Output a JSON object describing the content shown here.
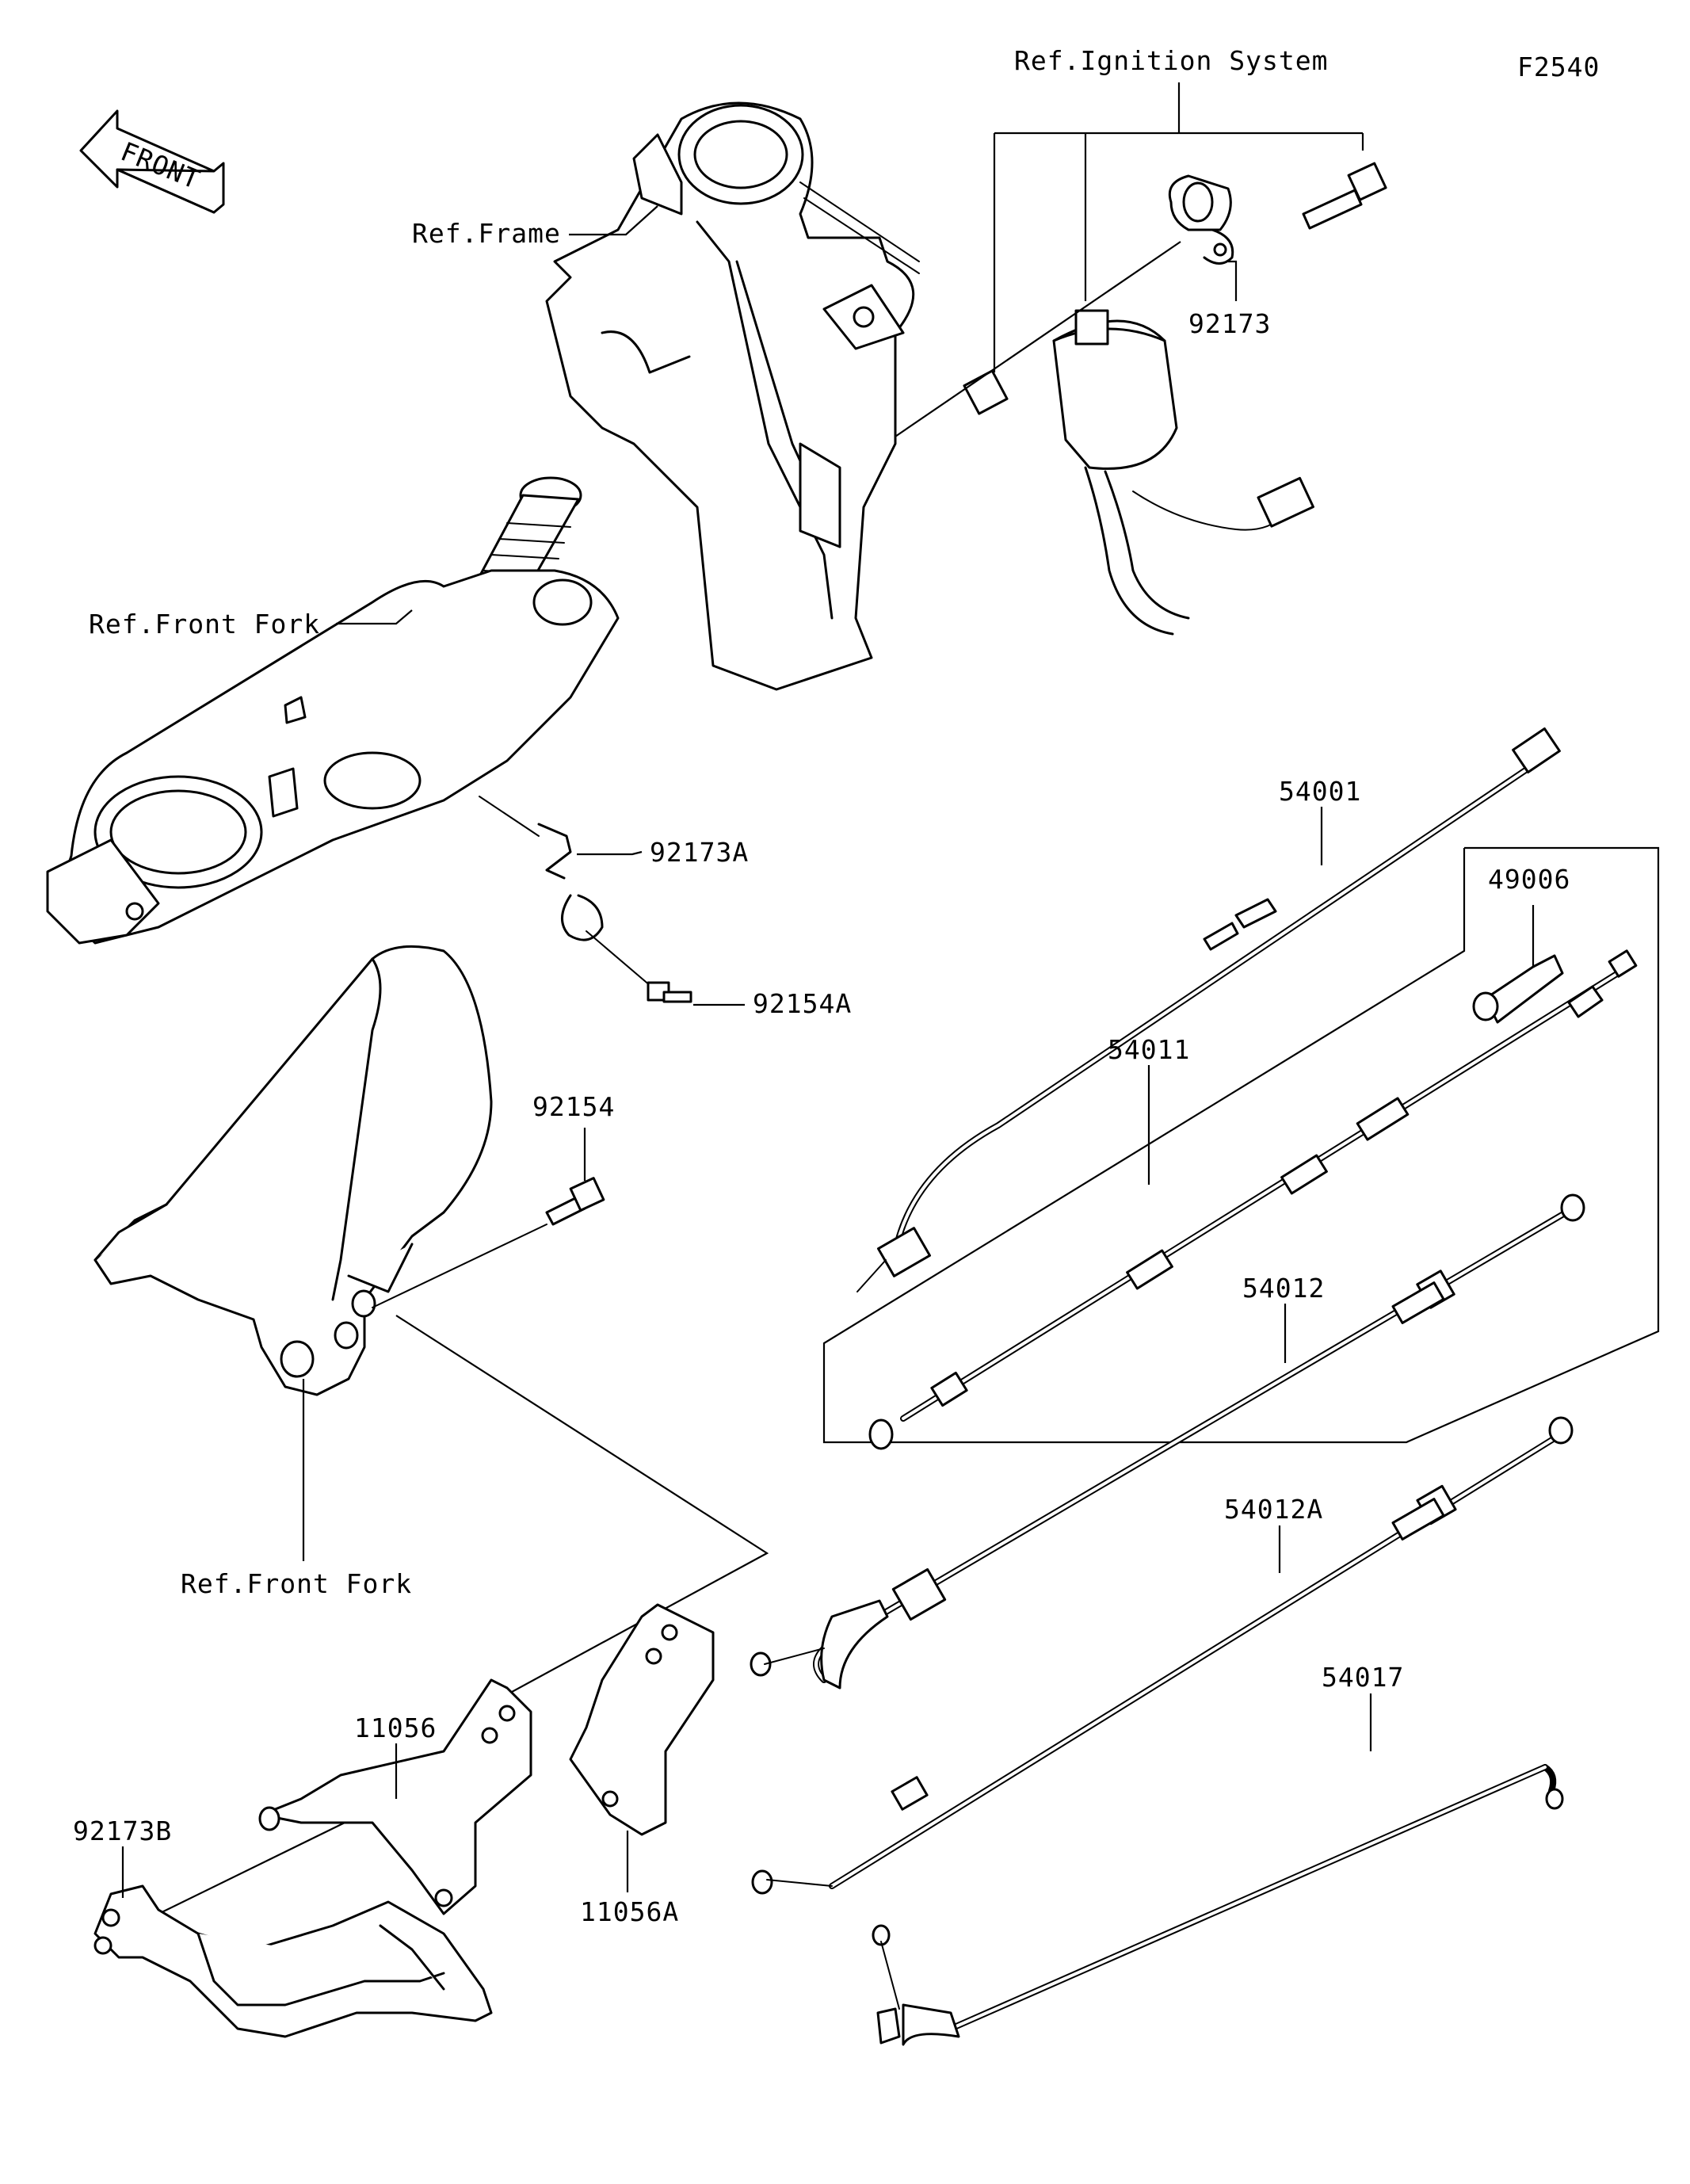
{
  "figure_code": "F2540",
  "front_label": "FRONT",
  "references": {
    "ignition": "Ref.Ignition System",
    "frame": "Ref.Frame",
    "front_fork_upper": "Ref.Front Fork",
    "front_fork_lower": "Ref.Front Fork"
  },
  "parts": {
    "p92173": "92173",
    "p92173A": "92173A",
    "p92154A": "92154A",
    "p92154": "92154",
    "p54001": "54001",
    "p49006": "49006",
    "p54011": "54011",
    "p54012": "54012",
    "p54012A": "54012A",
    "p54017": "54017",
    "p11056": "11056",
    "p11056A": "11056A",
    "p92173B": "92173B"
  }
}
